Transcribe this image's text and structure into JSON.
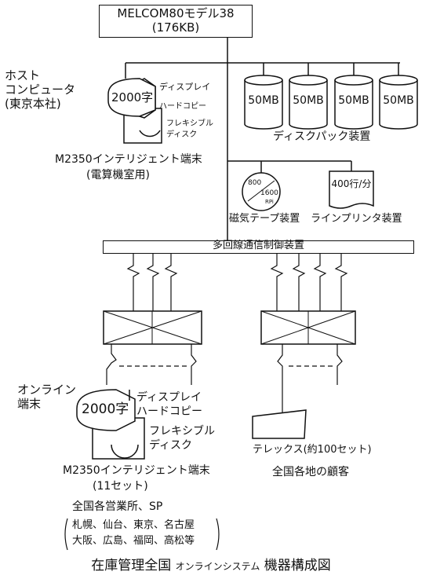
{
  "host": {
    "title_line1": "MELCOM80モデル38",
    "title_line2": "(176KB)",
    "label_line1": "ホスト",
    "label_line2": "コンピュータ",
    "label_line3": "(東京本社)"
  },
  "host_terminal": {
    "display_text": "2000字",
    "label_display": "ディスプレイ",
    "label_hardcopy": "ハードコピー",
    "label_floppy_1": "フレキシブル",
    "label_floppy_2": "ディスク",
    "name": "M2350インテリジェント端末",
    "location": "(電算機室用)"
  },
  "disk_pack": {
    "drives": [
      "50MB",
      "50MB",
      "50MB",
      "50MB"
    ],
    "label": "ディスクパック装置"
  },
  "magnetic_tape": {
    "reel_top": "800",
    "reel_bottom": "1600",
    "reel_unit": "RPi",
    "label": "磁気テープ装置"
  },
  "line_printer": {
    "speed": "400行/分",
    "label": "ラインプリンタ装置"
  },
  "comm_controller": {
    "label": "多回線通信制御装置"
  },
  "online_terminal": {
    "group_label_line1": "オンライン",
    "group_label_line2": "端末",
    "display_text": "2000字",
    "label_display": "ディスプレイ",
    "label_hardcopy": "ハードコピー",
    "label_floppy_1": "フレキシブル",
    "label_floppy_2": "ディスク",
    "name": "M2350インテリジェント端末",
    "count": "(11セット)",
    "sites": "全国各営業所、SP",
    "cities_line1": "札幌、仙台、東京、名古屋",
    "cities_line2": "大阪、広島、福岡、高松等"
  },
  "telex": {
    "label": "テレックス(約100セット)",
    "customers": "全国各地の顧客"
  },
  "caption": {
    "main": "在庫管理全国",
    "small": "オンラインシステム",
    "tail": "機器構成図"
  }
}
